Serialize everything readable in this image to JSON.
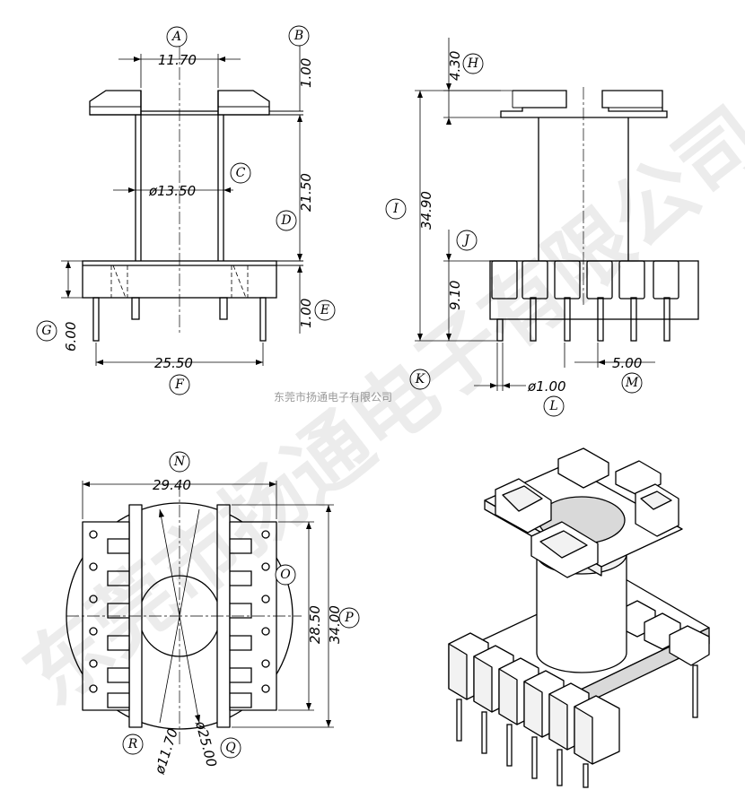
{
  "watermark": {
    "large_text": "东莞市扬通电子有限公司",
    "small_text": "东莞市扬通电子有限公司"
  },
  "labels": {
    "A": "A",
    "B": "B",
    "C": "C",
    "D": "D",
    "E": "E",
    "F": "F",
    "G": "G",
    "H": "H",
    "I": "I",
    "J": "J",
    "K": "K",
    "L": "L",
    "M": "M",
    "N": "N",
    "O": "O",
    "P": "P",
    "Q": "Q",
    "R": "R"
  },
  "dimensions": {
    "A": "11.70",
    "B": "1.00",
    "C": "ø13.50",
    "D": "21.50",
    "E": "1.00",
    "F": "25.50",
    "G": "6.00",
    "H": "4.30",
    "I": "34.90",
    "J": "9.10",
    "L": "ø1.00",
    "M": "5.00",
    "N": "29.40",
    "O": "28.50",
    "P": "34.00",
    "Q": "ø25.00",
    "R": "ø11.70"
  }
}
